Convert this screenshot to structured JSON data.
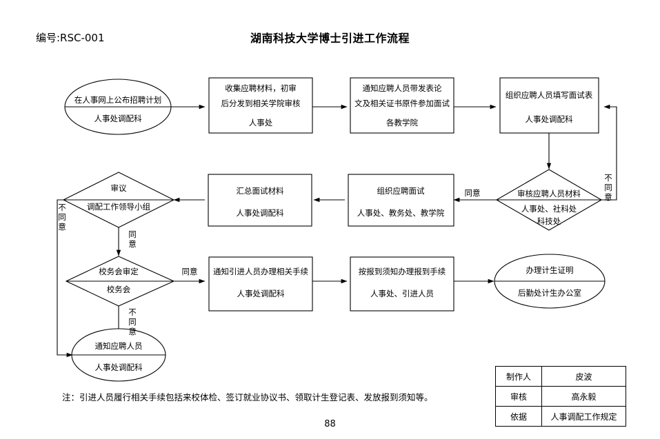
{
  "header": {
    "doc_number": "编号:RSC-001",
    "title": "湖南科技大学博士引进工作流程"
  },
  "flow": {
    "nodes": [
      {
        "id": "n1",
        "shape": "ellipse",
        "line1": "在人事网上公布招聘计划",
        "line2": "人事处调配科"
      },
      {
        "id": "n2",
        "shape": "rect",
        "line1": "收集应聘材料，初审",
        "line2": "后分发到相关学院审核",
        "line3": "人事处"
      },
      {
        "id": "n3",
        "shape": "rect",
        "line1": "通知应聘人员带发表论",
        "line2": "文及相关证书原件参加面试",
        "line3": "各教学院"
      },
      {
        "id": "n4",
        "shape": "rect",
        "line1": "组织应聘人员填写面试表",
        "line2": "人事处调配科"
      },
      {
        "id": "n5",
        "shape": "diamond",
        "line1": "审核应聘人员材料",
        "line2": "人事处、社科处",
        "line3": "科技处"
      },
      {
        "id": "n6",
        "shape": "rect",
        "line1": "组织应聘面试",
        "line2": "人事处、教务处、教学院"
      },
      {
        "id": "n7",
        "shape": "rect",
        "line1": "汇总面试材料",
        "line2": "人事处调配科"
      },
      {
        "id": "n8",
        "shape": "diamond",
        "line1": "审议",
        "line2": "调配工作领导小组"
      },
      {
        "id": "n9",
        "shape": "diamond",
        "line1": "校务会审定",
        "line2": "校务会"
      },
      {
        "id": "n10",
        "shape": "rect",
        "line1": "通知引进人员办理相关手续",
        "line2": "人事处调配科"
      },
      {
        "id": "n11",
        "shape": "rect",
        "line1": "按报到须知办理报到手续",
        "line2": "人事处、引进人员"
      },
      {
        "id": "n12",
        "shape": "ellipse",
        "line1": "办理计生证明",
        "line2": "后勤处计生办公室"
      },
      {
        "id": "n13",
        "shape": "ellipse",
        "line1": "通知应聘人员",
        "line2": "人事处调配科"
      }
    ],
    "edge_labels": {
      "agree_right": "同意",
      "disagree_right_v": "不同意",
      "disagree_left_v": "不同意",
      "agree_down_v": "同意",
      "agree_school": "同意",
      "disagree_school_v": "不同意"
    }
  },
  "note": "注：引进人员履行相关手续包括来校体检、签订就业协议书、领取计生登记表、发放报到须知等。",
  "page_number": "88",
  "meta_table": {
    "rows": [
      {
        "key": "制作人",
        "value": "皮波"
      },
      {
        "key": "审核",
        "value": "高永毅"
      },
      {
        "key": "依据",
        "value": "人事调配工作规定"
      }
    ]
  },
  "colors": {
    "ink": "#000000",
    "paper": "#ffffff"
  }
}
